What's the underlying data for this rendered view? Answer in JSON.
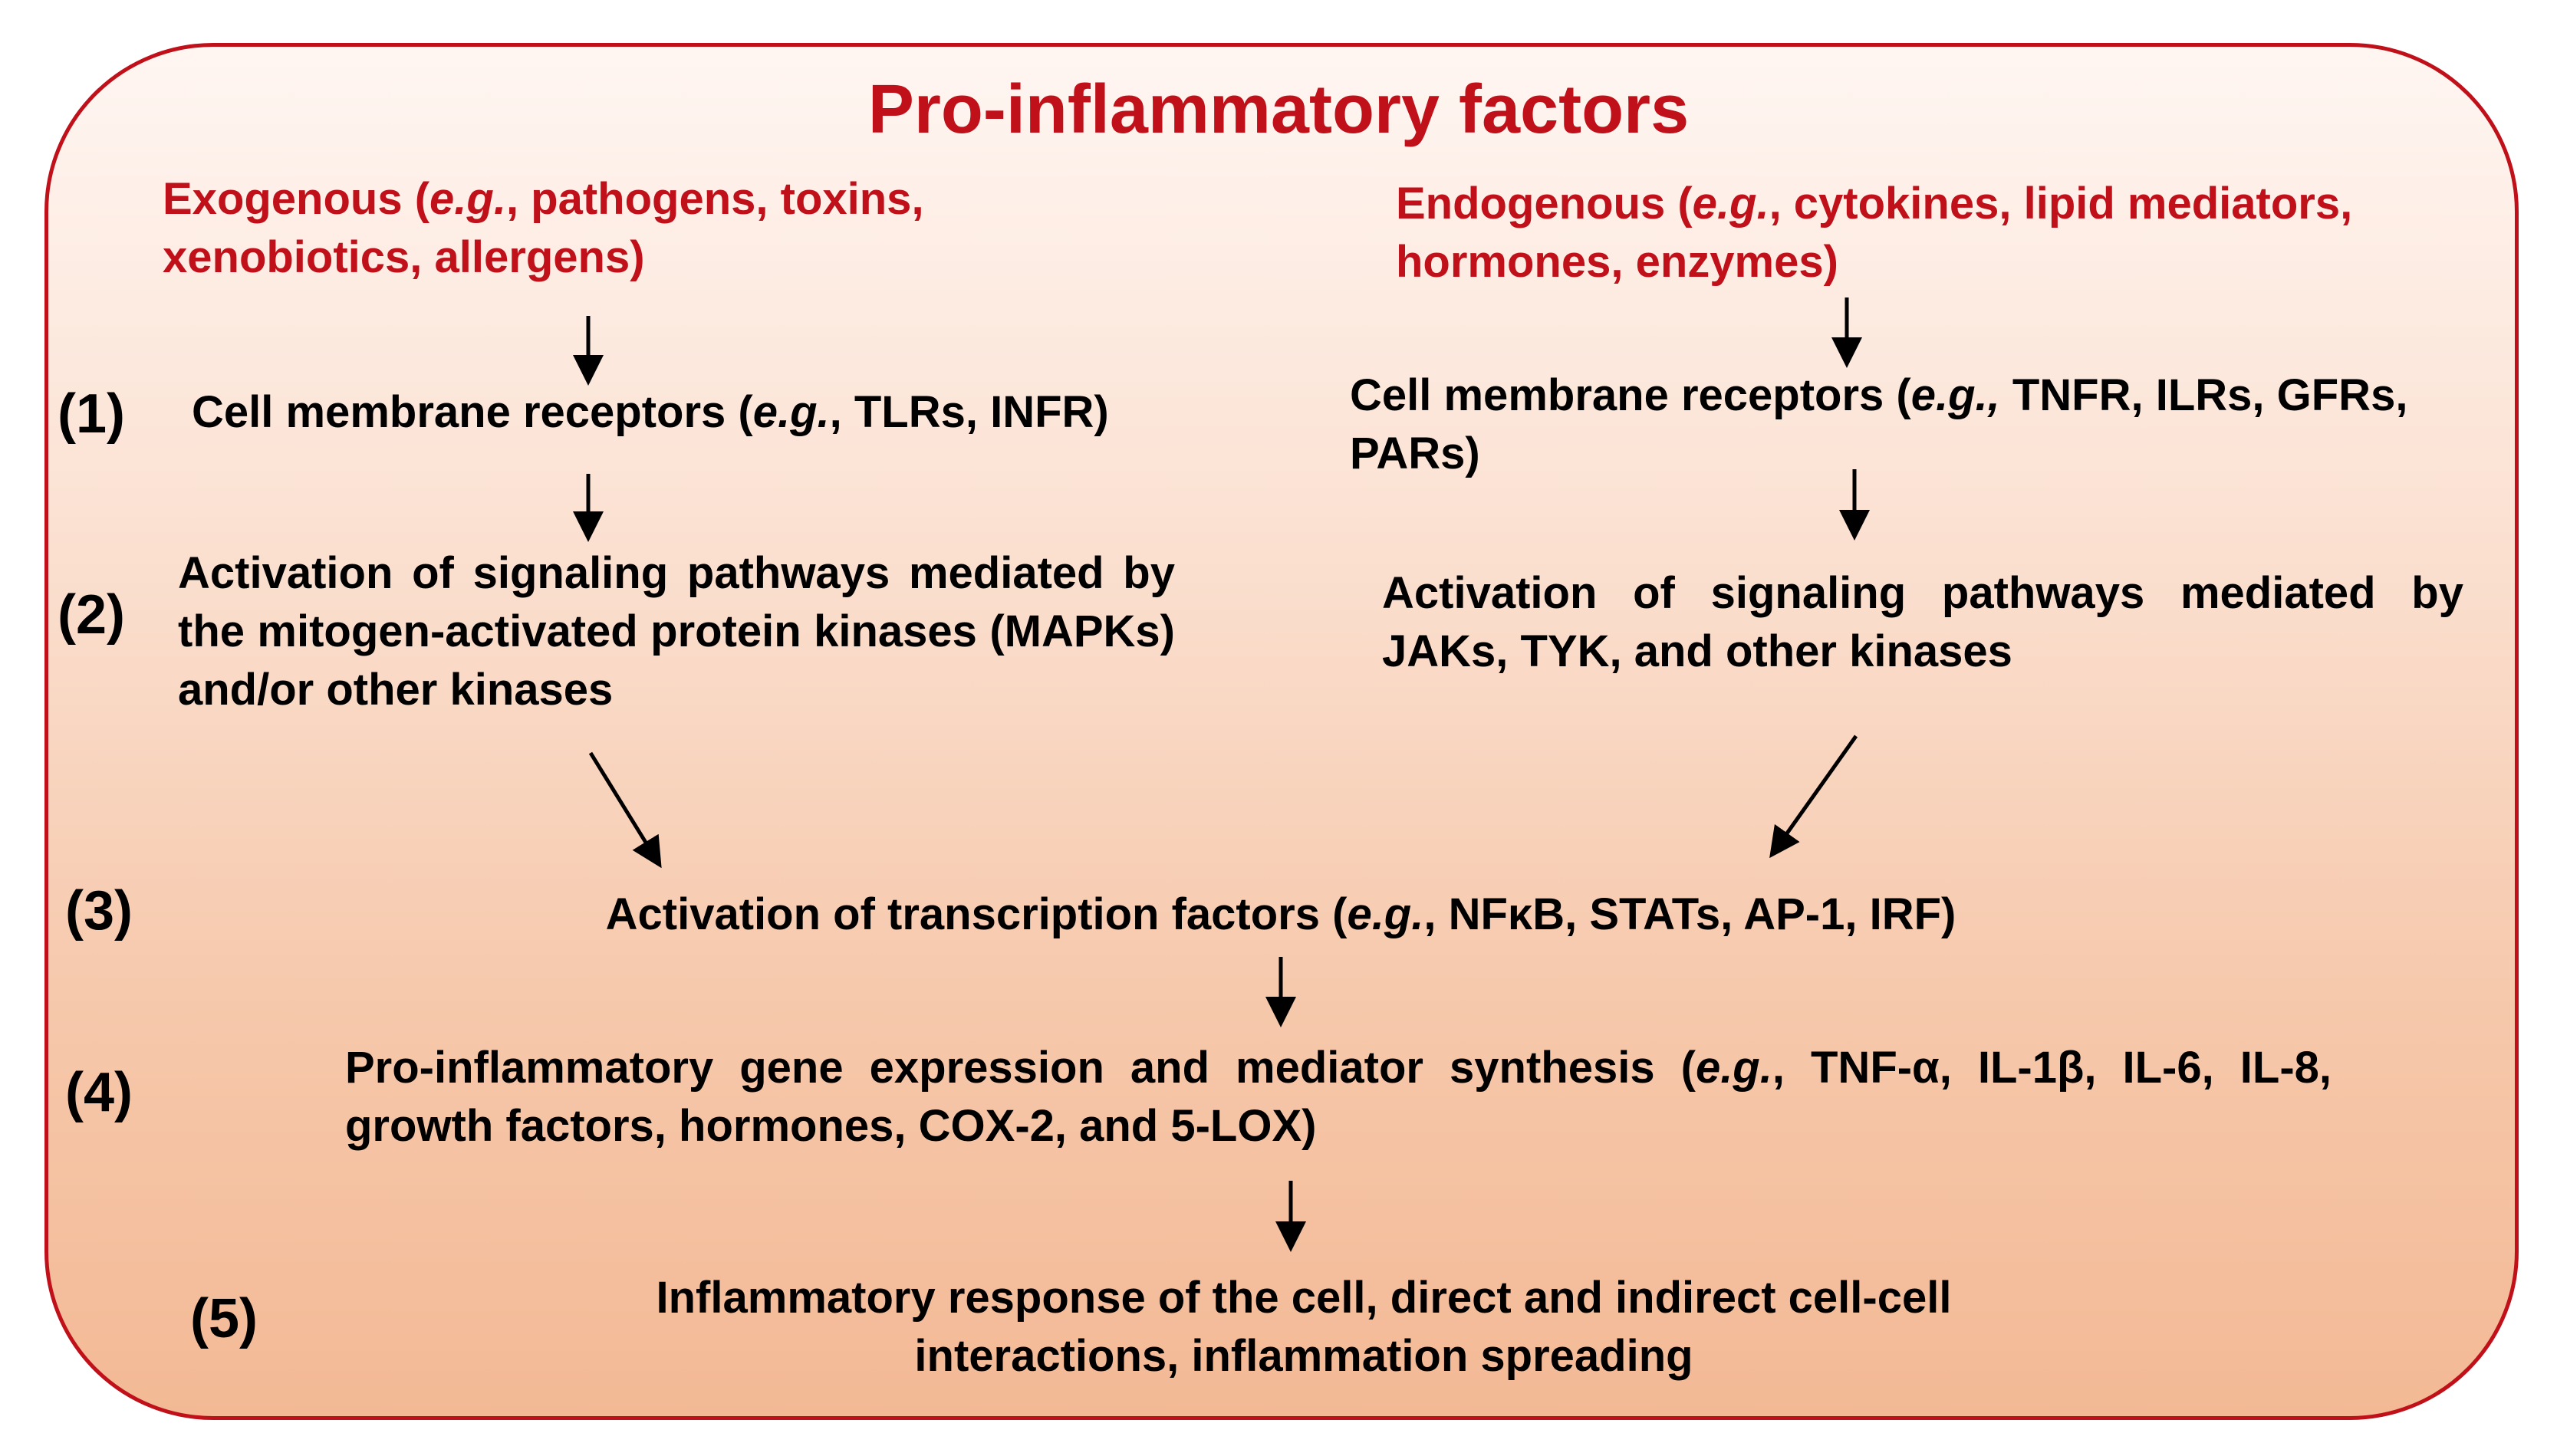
{
  "diagram": {
    "title": "Pro-inflammatory factors",
    "exogenous": {
      "prefix": "Exogenous (",
      "eg": "e.g.",
      "suffix": ", pathogens, toxins, xenobiotics, allergens)"
    },
    "endogenous": {
      "prefix": "Endogenous (",
      "eg": "e.g.",
      "suffix": ", cytokines, lipid mediators, hormones, enzymes)"
    },
    "steps": {
      "s1": "(1)",
      "s2": "(2)",
      "s3": "(3)",
      "s4": "(4)",
      "s5": "(5)"
    },
    "left_receptors": {
      "prefix": "Cell membrane receptors (",
      "eg": "e.g.",
      "suffix": ", TLRs, INFR)"
    },
    "right_receptors": {
      "prefix": "Cell membrane receptors (",
      "eg": "e.g.,",
      "suffix": " TNFR, ILRs, GFRs, PARs)"
    },
    "left_pathway": "Activation of signaling pathways mediated by the mitogen-activated protein kinases (MAPKs) and/or other kinases",
    "right_pathway": "Activation of signaling pathways mediated by JAKs, TYK, and other kinases",
    "transcription": {
      "prefix": "Activation of transcription factors (",
      "eg": "e.g.",
      "suffix": ", NFκB, STATs, AP-1, IRF)"
    },
    "gene_expression": {
      "prefix": "Pro-inflammatory gene expression and mediator synthesis (",
      "eg": "e.g.",
      "suffix": ", TNF-α, IL-1β, IL-6, IL-8, growth factors, hormones, COX-2, and 5-LOX)"
    },
    "response": "Inflammatory response of the cell, direct and indirect cell-cell interactions, inflammation spreading"
  },
  "colors": {
    "accent_red": "#c0101a",
    "text": "#000000"
  }
}
